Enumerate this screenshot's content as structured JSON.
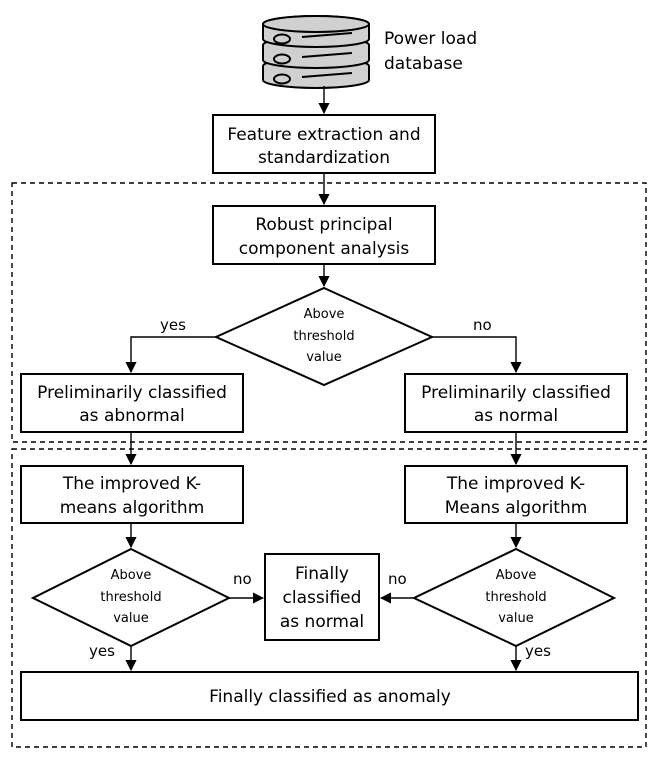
{
  "database": {
    "label_line1": "Power load",
    "label_line2": "database"
  },
  "feature": {
    "line1": "Feature extraction and",
    "line2": "standardization"
  },
  "rpca": {
    "line1": "Robust principal",
    "line2": "component analysis"
  },
  "decision1": {
    "line1": "Above",
    "line2": "threshold",
    "line3": "value"
  },
  "yes1": "yes",
  "no1": "no",
  "prelim_abnormal": {
    "line1": "Preliminarily classified",
    "line2": "as abnormal"
  },
  "prelim_normal": {
    "line1": "Preliminarily classified",
    "line2": "as normal"
  },
  "kmeans_left": {
    "line1": "The improved K-",
    "line2": "means algorithm"
  },
  "kmeans_right": {
    "line1": "The improved K-",
    "line2": "Means algorithm"
  },
  "decision_left": {
    "line1": "Above",
    "line2": "threshold",
    "line3": "value"
  },
  "decision_right": {
    "line1": "Above",
    "line2": "threshold",
    "line3": "value"
  },
  "no_left": "no",
  "no_right": "no",
  "yes_left": "yes",
  "yes_right": "yes",
  "final_normal": {
    "line1": "Finally",
    "line2": "classified",
    "line3": "as normal"
  },
  "final_anomaly": "Finally classified as anomaly"
}
